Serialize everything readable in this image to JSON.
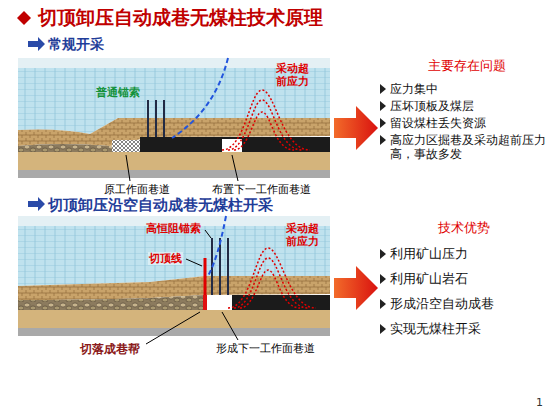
{
  "diagram": {
    "title": "切顶卸压自动成巷无煤柱技术原理",
    "labels": [
      "常规开采",
      "普通锚索",
      "采动超前应力",
      "原工作面巷道",
      "布置下一工作面巷道",
      "主要存在问题",
      "应力集中",
      "压坏顶板及煤层",
      "留设煤柱丢失资源",
      "高应力区掘巷及采动超前压力高，事故多发",
      "切顶卸压沿空自动成巷无煤柱开采",
      "高恒阻锚索",
      "切顶线",
      "采动超前应力",
      "切落成巷帮",
      "形成下一工作面巷道",
      "技术优势",
      "利用矿山压力",
      "利用矿山岩石",
      "形成沿空自动成巷",
      "实现无煤柱开采",
      "1"
    ]
  }
}
